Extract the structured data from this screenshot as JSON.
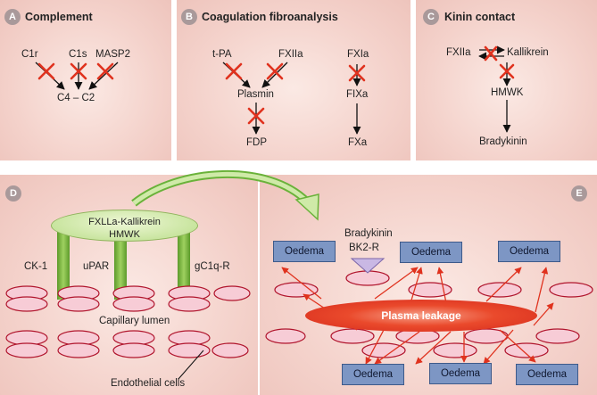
{
  "panelA": {
    "letter": "A",
    "title": "Complement",
    "c1r": "C1r",
    "c1s": "C1s",
    "masp2": "MASP2",
    "c4c2": "C4 – C2"
  },
  "panelB": {
    "letter": "B",
    "title": "Coagulation fibroanalysis",
    "tpa": "t-PA",
    "fxiia": "FXIIa",
    "plasmin": "Plasmin",
    "fdp": "FDP",
    "fxia": "FXIa",
    "fixa": "FIXa",
    "fxa": "FXa"
  },
  "panelC": {
    "letter": "C",
    "title": "Kinin contact",
    "fxiia": "FXIIa",
    "kallikrein": "Kallikrein",
    "hmwk": "HMWK",
    "bradykinin": "Bradykinin"
  },
  "panelD": {
    "letter": "D",
    "complex_line1": "FXLLa-Kallikrein",
    "complex_line2": "HMWK",
    "ck1": "CK-1",
    "upar": "uPAR",
    "gc1qr": "gC1q-R",
    "capillary": "Capillary lumen",
    "endothelial": "Endothelial cells"
  },
  "panelE": {
    "letter": "E",
    "bradykinin": "Bradykinin",
    "bk2r": "BK2-R",
    "oedema": "Oedema",
    "leakage": "Plasma leakage"
  },
  "colors": {
    "panel_bg": "#f4d2cb",
    "ellipse_fill": "#f7ccd6",
    "ellipse_stroke": "#b0142c",
    "cross": "#e0321e",
    "arrow": "#111111",
    "oedema_box": "#7d96c4",
    "leak": "#e03020",
    "green": "#7dba3e"
  }
}
